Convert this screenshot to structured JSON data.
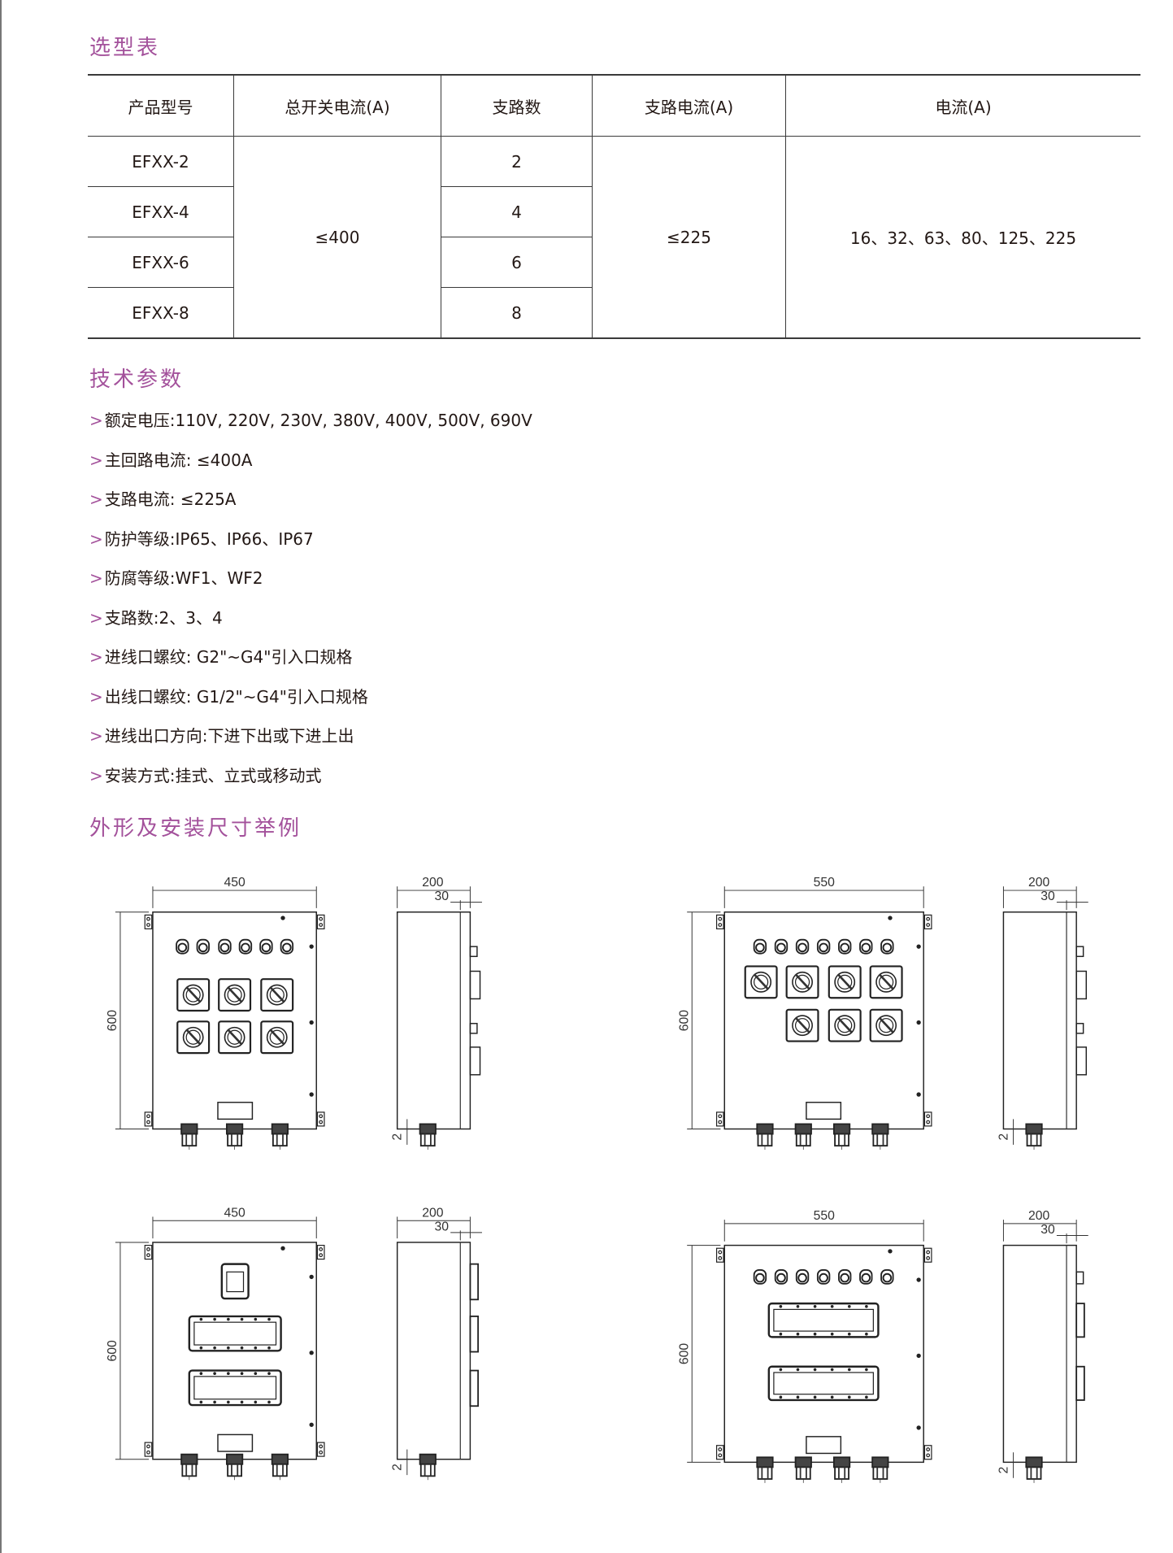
{
  "sections": {
    "selection": "选型表",
    "params": "技术参数",
    "dimensions": "外形及安装尺寸举例"
  },
  "table": {
    "headers": [
      "产品型号",
      "总开关电流(A)",
      "支路数",
      "支路电流(A)",
      "电流(A)"
    ],
    "models": [
      "EFXX-2",
      "EFXX-4",
      "EFXX-6",
      "EFXX-8"
    ],
    "main_current": "≤400",
    "branches": [
      "2",
      "4",
      "6",
      "8"
    ],
    "branch_current": "≤225",
    "currents": "16、32、63、80、125、225"
  },
  "params": [
    "额定电压:110V, 220V, 230V, 380V, 400V, 500V, 690V",
    "主回路电流: ≤400A",
    "支路电流: ≤225A",
    "防护等级:IP65、IP66、IP67",
    "防腐等级:WF1、WF2",
    "支路数:2、3、4",
    "进线口螺纹: G2\"~G4\"引入口规格",
    "出线口螺纹: G1/2\"~G4\"引入口规格",
    "进线出口方向:下进下出或下进上出",
    "安装方式:挂式、立式或移动式"
  ],
  "param_marker": ">",
  "drawings": [
    {
      "width": "450",
      "height": "600",
      "depth": "200",
      "door": "30",
      "gap": "2"
    },
    {
      "width": "550",
      "height": "600",
      "depth": "200",
      "door": "30",
      "gap": "2"
    },
    {
      "width": "450",
      "height": "600",
      "depth": "200",
      "door": "30",
      "gap": "2"
    },
    {
      "width": "550",
      "height": "600",
      "depth": "200",
      "door": "30",
      "gap": "2"
    }
  ],
  "colors": {
    "accent": "#a3519b",
    "line": "#3a3a3a"
  }
}
